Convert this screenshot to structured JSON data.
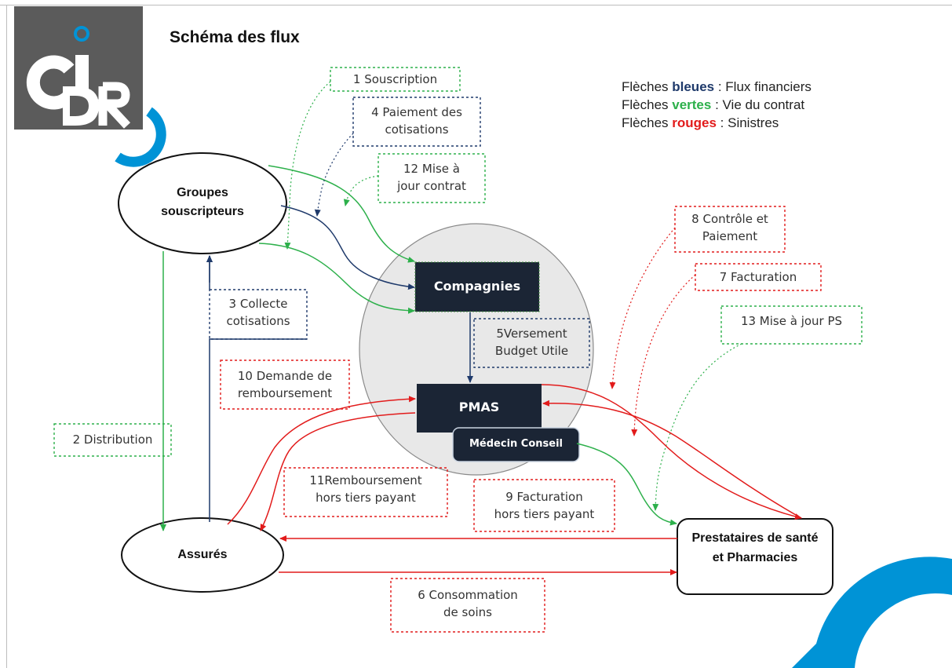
{
  "title": "Schéma des flux",
  "logo": {
    "text": "CIDR"
  },
  "legend": {
    "blue_prefix": "Flèches ",
    "blue_word": "bleues",
    "blue_suffix": " : Flux financiers",
    "green_prefix": "Flèches ",
    "green_word": "vertes",
    "green_suffix": " : Vie du contrat",
    "red_prefix": "Flèches ",
    "red_word": "rouges",
    "red_suffix": " : Sinistres"
  },
  "nodes": {
    "groupes": "Groupes souscripteurs",
    "assures": "Assurés",
    "compagnies": "Compagnies",
    "pmas": "PMAS",
    "medecin": "Médecin Conseil",
    "prestataires": "Prestataires de santé et Pharmacies"
  },
  "labels": {
    "l1": "1 Souscription",
    "l2": "2 Distribution",
    "l3_a": "3 Collecte",
    "l3_b": "cotisations",
    "l4_a": "4 Paiement des",
    "l4_b": "cotisations",
    "l5_a": "5Versement",
    "l5_b": "Budget Utile",
    "l6_a": "6 Consommation",
    "l6_b": "de soins",
    "l7": "7 Facturation",
    "l8_a": "8 Contrôle et",
    "l8_b": "Paiement",
    "l9_a": "9 Facturation",
    "l9_b": "hors tiers payant",
    "l10_a": "10 Demande de",
    "l10_b": "remboursement",
    "l11_a": "11Remboursement",
    "l11_b": "hors tiers payant",
    "l12_a": "12 Mise à",
    "l12_b": "jour contrat",
    "l13": "13 Mise à jour PS"
  },
  "colors": {
    "blue": "#1f3a6b",
    "green": "#2db04b",
    "red": "#e21b1b",
    "dark_box": "#1b2535",
    "logo_gray": "#5b5b5b",
    "logo_blue": "#0093d6"
  }
}
